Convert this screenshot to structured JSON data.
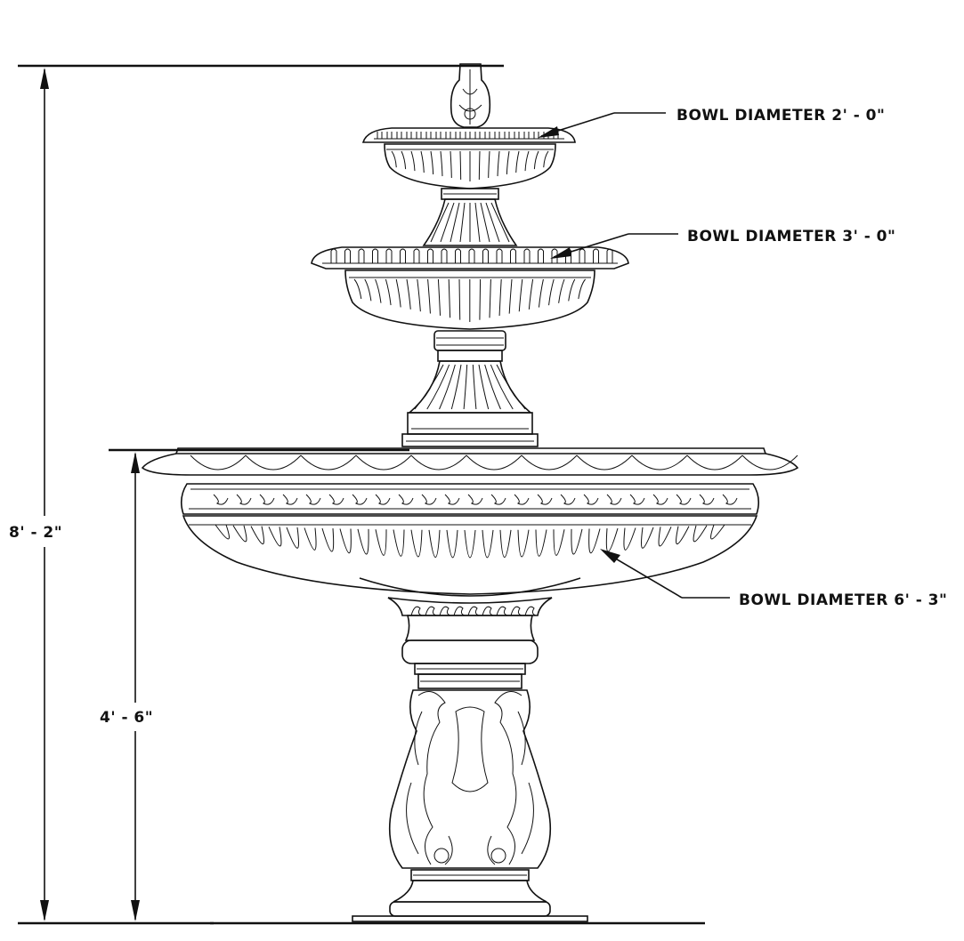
{
  "labels": {
    "bowl_top": "BOWL DIAMETER 2' - 0\"",
    "bowl_middle": "BOWL DIAMETER 3' - 0\"",
    "bowl_bottom": "BOWL DIAMETER 6' - 3\"",
    "height_total": "8' - 2\"",
    "height_basin": "4' - 6\""
  },
  "colors": {
    "line": "#111111",
    "background": "#ffffff"
  }
}
